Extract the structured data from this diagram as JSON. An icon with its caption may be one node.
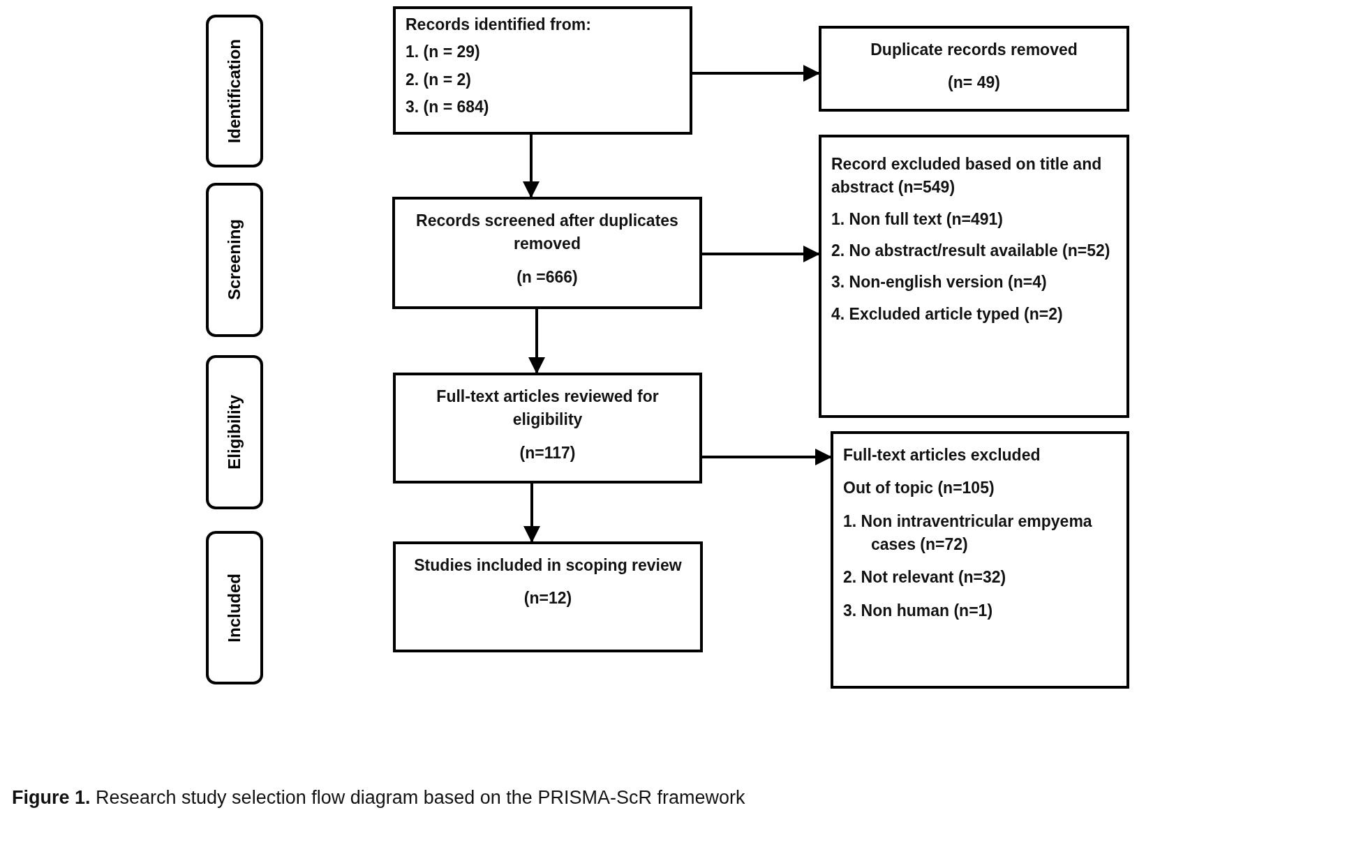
{
  "diagram": {
    "caption": "**Figure 1.** Research study selection flow diagram based on the PRISMA-ScR framework",
    "nodes": [
      {
        "text": [
          "Identification"
        ]
      },
      {
        "text": [
          "Screening"
        ]
      },
      {
        "text": [
          "Eligibility"
        ]
      },
      {
        "text": [
          "Included"
        ]
      },
      {
        "text": [
          "Records identified from:",
          "1. (n = 29)",
          "2. (n = 2)",
          "3. (n = 684)"
        ]
      },
      {
        "text": [
          "Duplicate records removed",
          "(n= 49)"
        ]
      },
      {
        "text": [
          "Records screened after duplicates removed",
          "(n =666)"
        ]
      },
      {
        "text": [
          "Record excluded based on title and abstract (n=549)",
          "1. Non full text (n=491)",
          "2. No abstract/result available (n=52)",
          "3. Non-english version (n=4)",
          "4. Excluded article typed (n=2)"
        ]
      },
      {
        "text": [
          "Full-text articles reviewed for eligibility",
          "(n=117)"
        ]
      },
      {
        "text": [
          "Full-text articles excluded",
          "Out of topic (n=105)",
          "1. Non intraventricular empyema cases (n=72)",
          "2. Not relevant (n=32)",
          "3. Non human (n=1)"
        ]
      },
      {
        "text": [
          "Studies included in scoping review",
          "(n=12)"
        ]
      }
    ],
    "edges": [
      {
        "from": 4,
        "to": 5,
        "arrow": "to"
      },
      {
        "from": 4,
        "to": 6,
        "arrow": "to"
      },
      {
        "from": 6,
        "to": 7,
        "arrow": "to"
      },
      {
        "from": 6,
        "to": 8,
        "arrow": "to"
      },
      {
        "from": 8,
        "to": 9,
        "arrow": "to"
      },
      {
        "from": 8,
        "to": 10,
        "arrow": "to"
      }
    ]
  }
}
